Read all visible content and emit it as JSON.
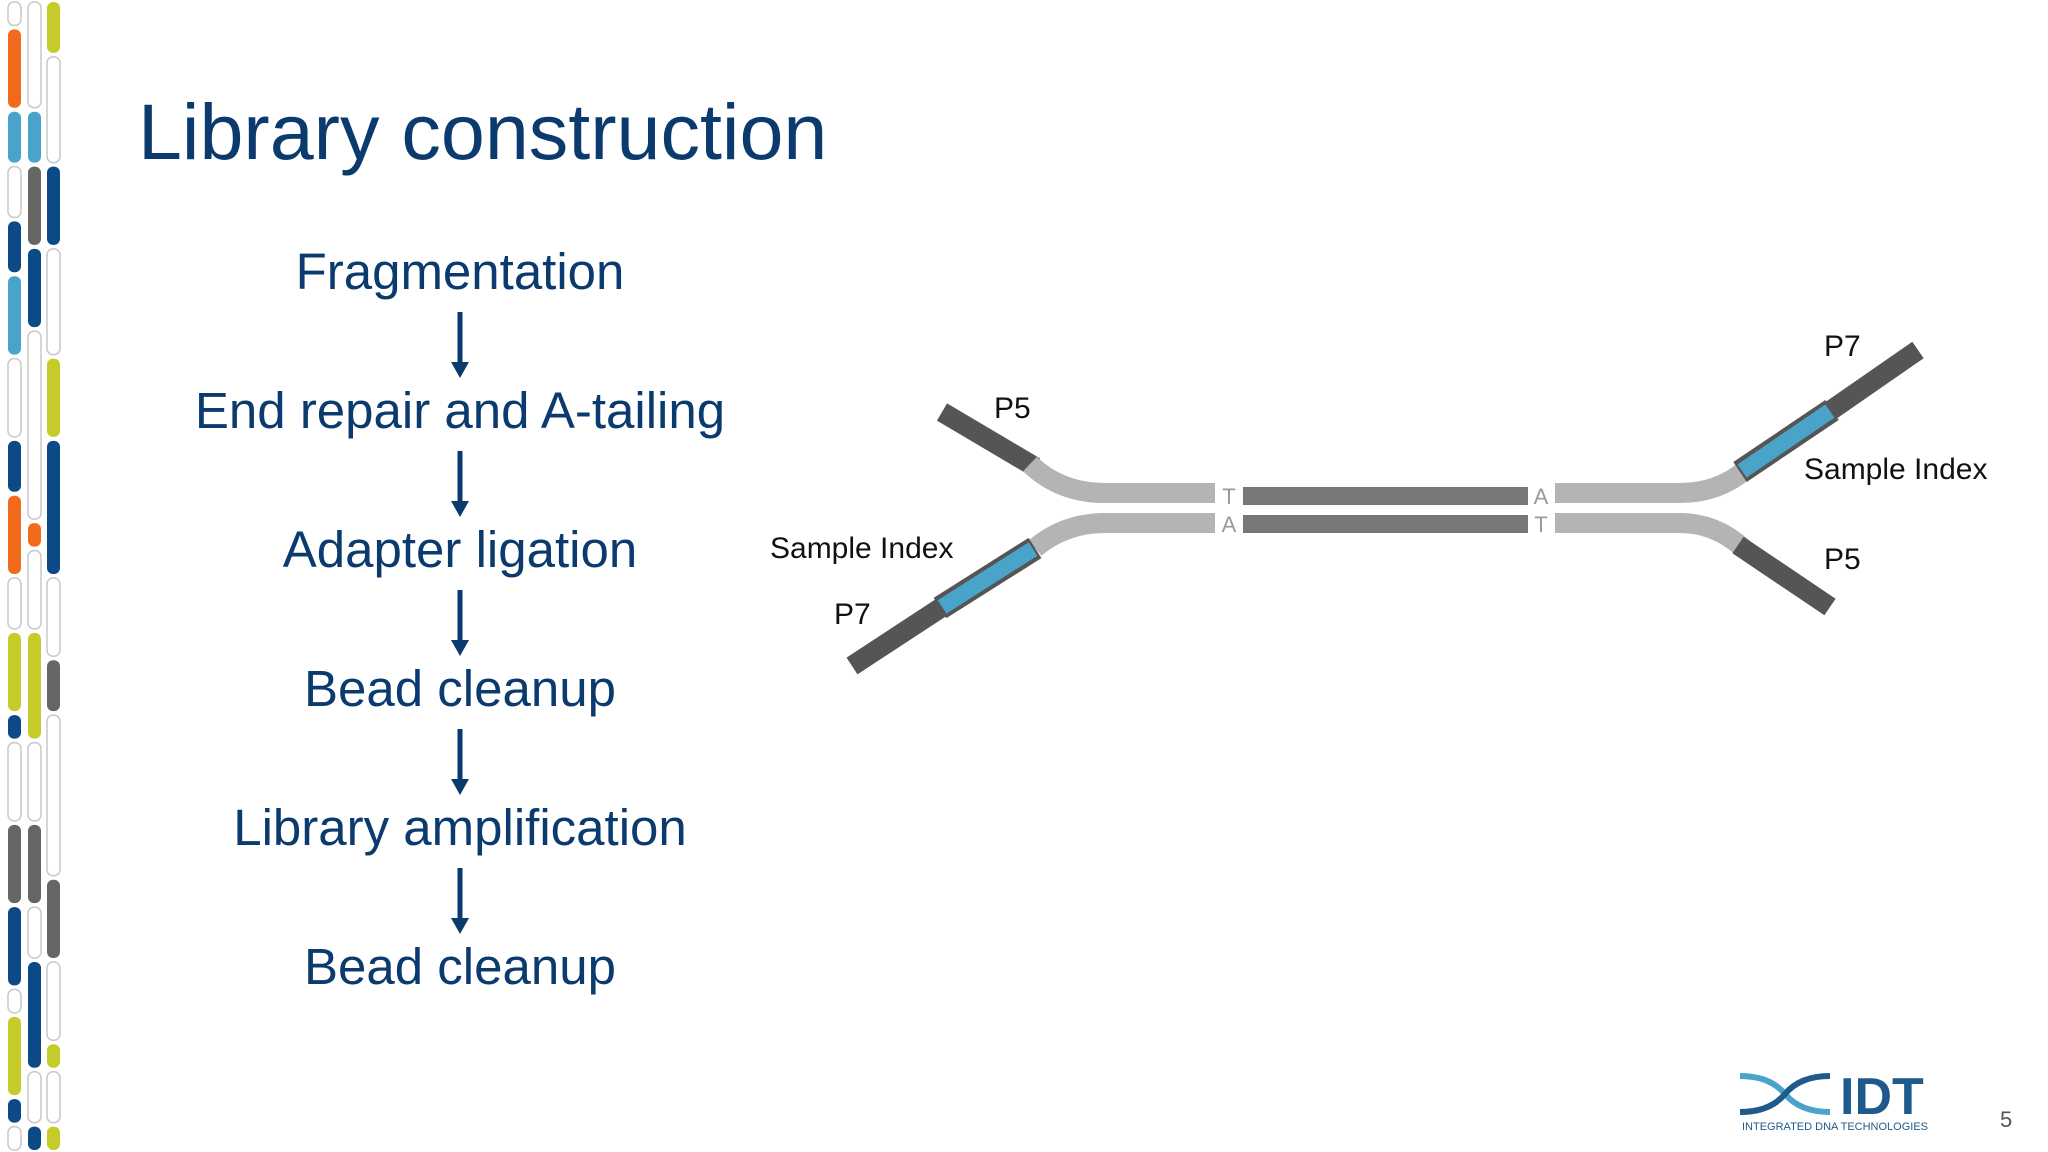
{
  "slide": {
    "title": "Library construction",
    "page_number": "5"
  },
  "workflow": {
    "steps": [
      "Fragmentation",
      "End repair and A-tailing",
      "Adapter ligation",
      "Bead cleanup",
      "Library amplification",
      "Bead cleanup"
    ]
  },
  "diagram": {
    "left_adapter": {
      "top_label": "P5",
      "index_label": "Sample Index",
      "bottom_label": "P7"
    },
    "right_adapter": {
      "top_label": "P7",
      "index_label": "Sample Index",
      "bottom_label": "P5"
    },
    "overhangs": {
      "left_top": "T",
      "left_bottom": "A",
      "right_top": "A",
      "right_bottom": "T"
    }
  },
  "logo": {
    "brand": "IDT",
    "tagline": "INTEGRATED DNA TECHNOLOGIES"
  },
  "colors": {
    "title": "#0b3a6e",
    "insert": "#787878",
    "adapter_light": "#b4b4b4",
    "adapter_dark": "#555555",
    "index": "#4aa3c8",
    "stripe_orange": "#f26b1d",
    "stripe_lime": "#c5cc2a",
    "stripe_teal": "#4aa3c8",
    "stripe_navy": "#0b4a86",
    "stripe_gray": "#666666"
  }
}
